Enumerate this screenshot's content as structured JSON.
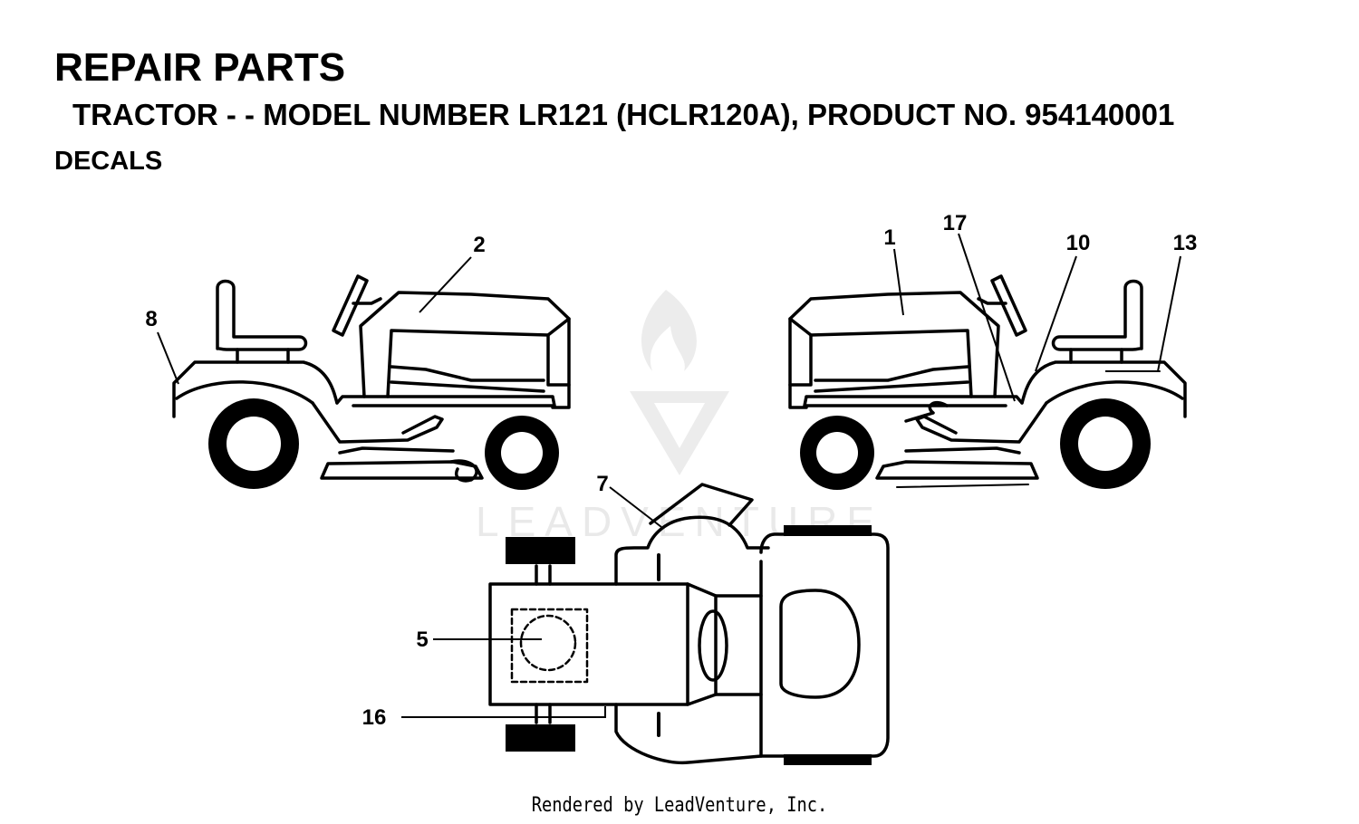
{
  "header": {
    "title": "REPAIR PARTS",
    "subtitle": "TRACTOR - - MODEL NUMBER LR121 (HCLR120A), PRODUCT NO. 954140001",
    "section": "DECALS"
  },
  "watermark": {
    "text": "LEADVENTURE"
  },
  "callouts": {
    "c8": "8",
    "c2": "2",
    "c1": "1",
    "c17": "17",
    "c10": "10",
    "c13": "13",
    "c7": "7",
    "c5": "5",
    "c16": "16"
  },
  "footer": {
    "text": "Rendered by LeadVenture, Inc."
  }
}
